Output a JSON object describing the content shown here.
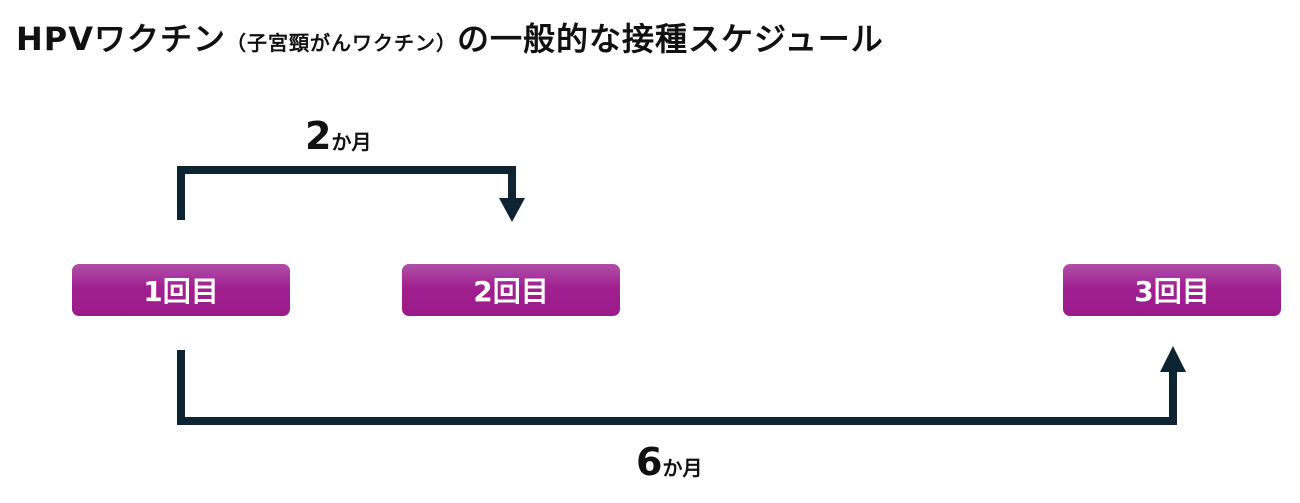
{
  "title": {
    "main_prefix": "HPVワクチン",
    "sub": "（子宮頸がんワクチン）",
    "main_suffix": "の一般的な接種スケジュール"
  },
  "doses": [
    "1回目",
    "2回目",
    "3回目"
  ],
  "intervals": [
    {
      "number": "2",
      "unit": "か月"
    },
    {
      "number": "6",
      "unit": "か月"
    }
  ],
  "colors": {
    "box": "#a02090",
    "arrow": "#0d2533"
  }
}
